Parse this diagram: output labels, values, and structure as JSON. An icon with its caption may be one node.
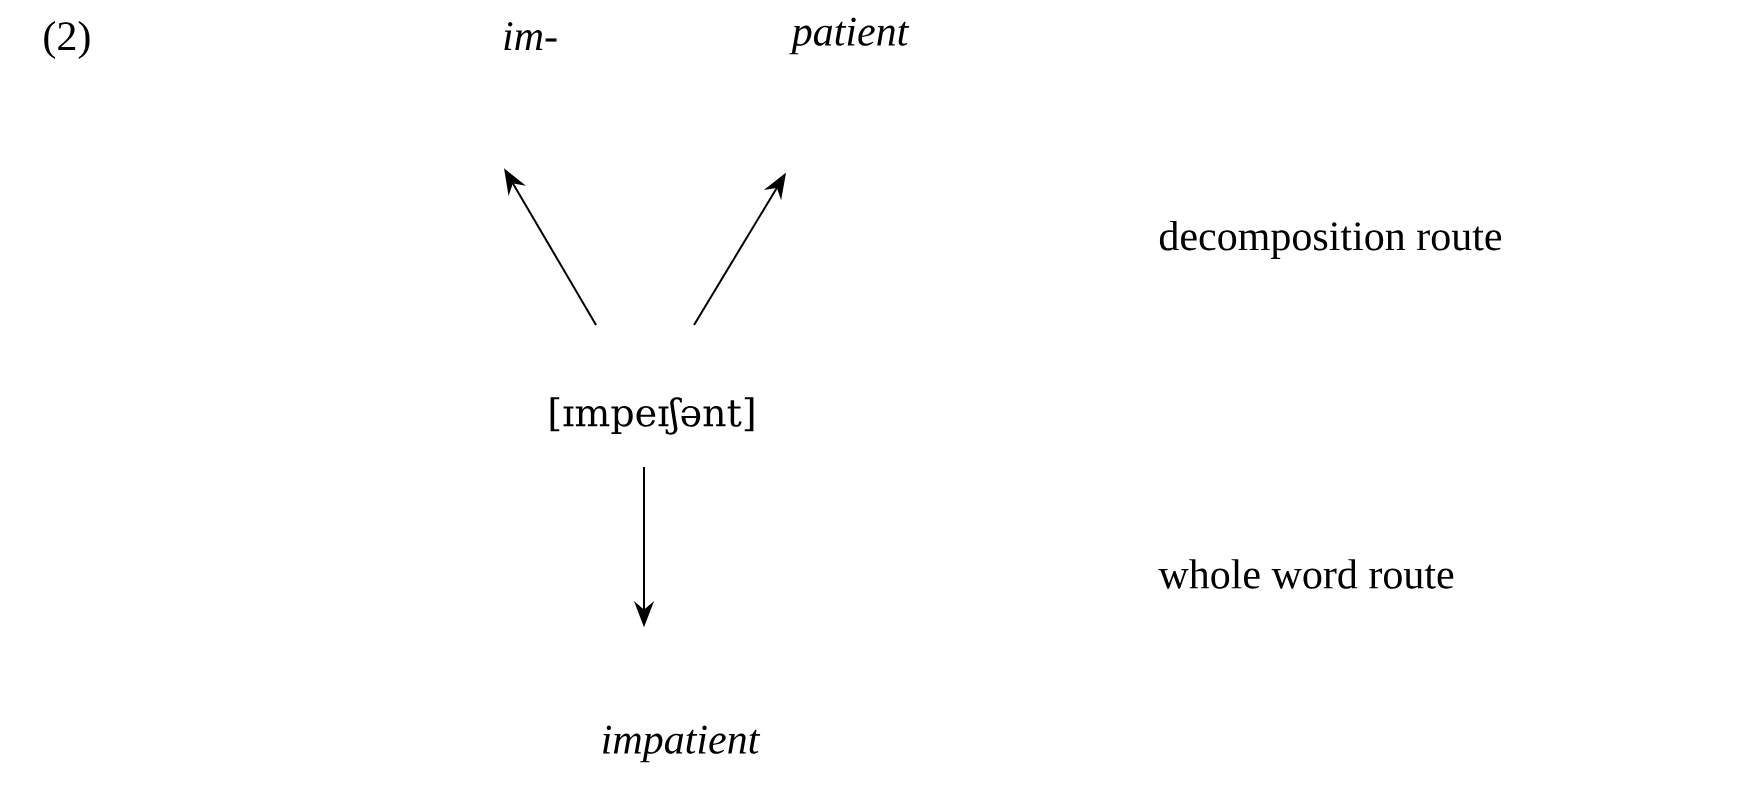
{
  "diagram": {
    "nodes": [
      {
        "text": [
          "im-"
        ]
      },
      {
        "text": [
          "patient"
        ]
      },
      {
        "text": [
          "[ɪmpeɪʃənt]"
        ]
      },
      {
        "text": [
          "impatient"
        ]
      }
    ],
    "edges": [
      {
        "from": 2,
        "to": 0,
        "arrow": "to"
      },
      {
        "from": 2,
        "to": 1,
        "arrow": "to"
      },
      {
        "from": 2,
        "to": 3,
        "arrow": "to"
      }
    ],
    "labels": [
      "(2)",
      "decomposition route",
      "whole word route"
    ]
  }
}
